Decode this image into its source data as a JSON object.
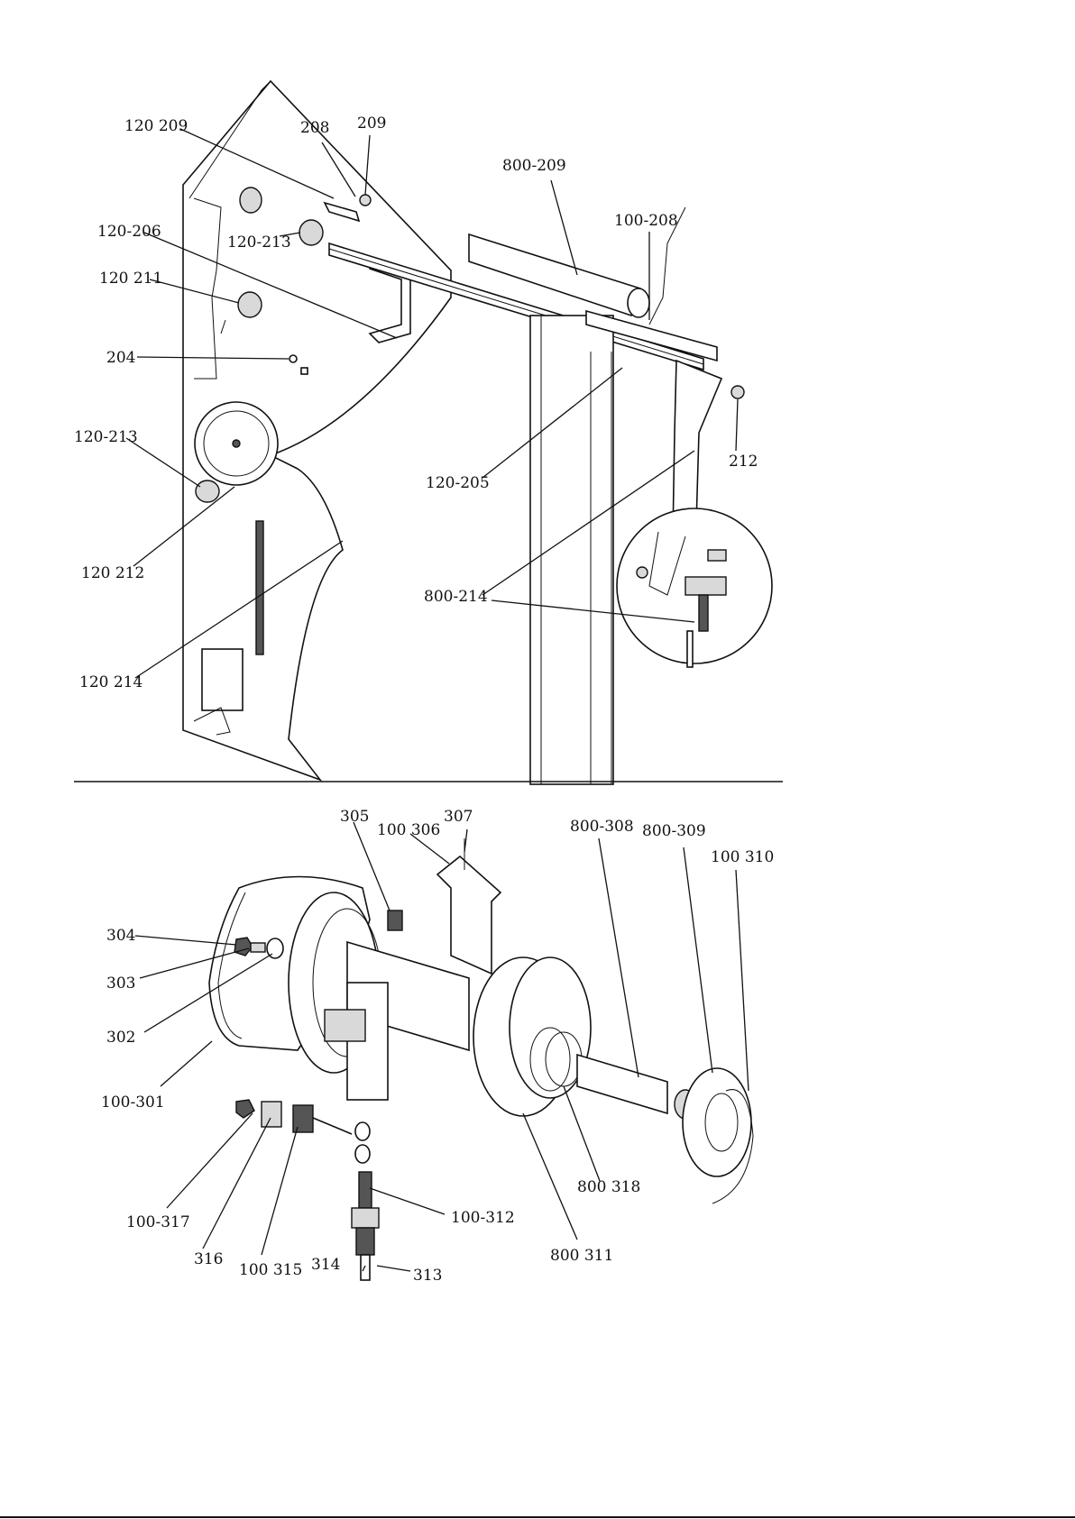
{
  "upper_view": {
    "labels": {
      "l120_209": "120 209",
      "l208": "208",
      "l209": "209",
      "l800_209": "800-209",
      "l100_208": "100-208",
      "l120_206": "120-206",
      "l120_213a": "120-213",
      "l120_211": "120 211",
      "l204": "204",
      "l120_213b": "120-213",
      "l120_205": "120-205",
      "l212": "212",
      "l120_212": "120 212",
      "l800_214": "800-214",
      "l120_214": "120 214"
    }
  },
  "lower_view": {
    "labels": {
      "l305": "305",
      "l100_306": "100 306",
      "l307": "307",
      "l800_308": "800-308",
      "l800_309": "800-309",
      "l100_310": "100 310",
      "l304": "304",
      "l303": "303",
      "l302": "302",
      "l100_301": "100-301",
      "l100_317": "100-317",
      "l316": "316",
      "l100_315": "100 315",
      "l314": "314",
      "l313": "313",
      "l100_312": "100-312",
      "l800_311": "800 311",
      "l800_318": "800 318"
    }
  }
}
